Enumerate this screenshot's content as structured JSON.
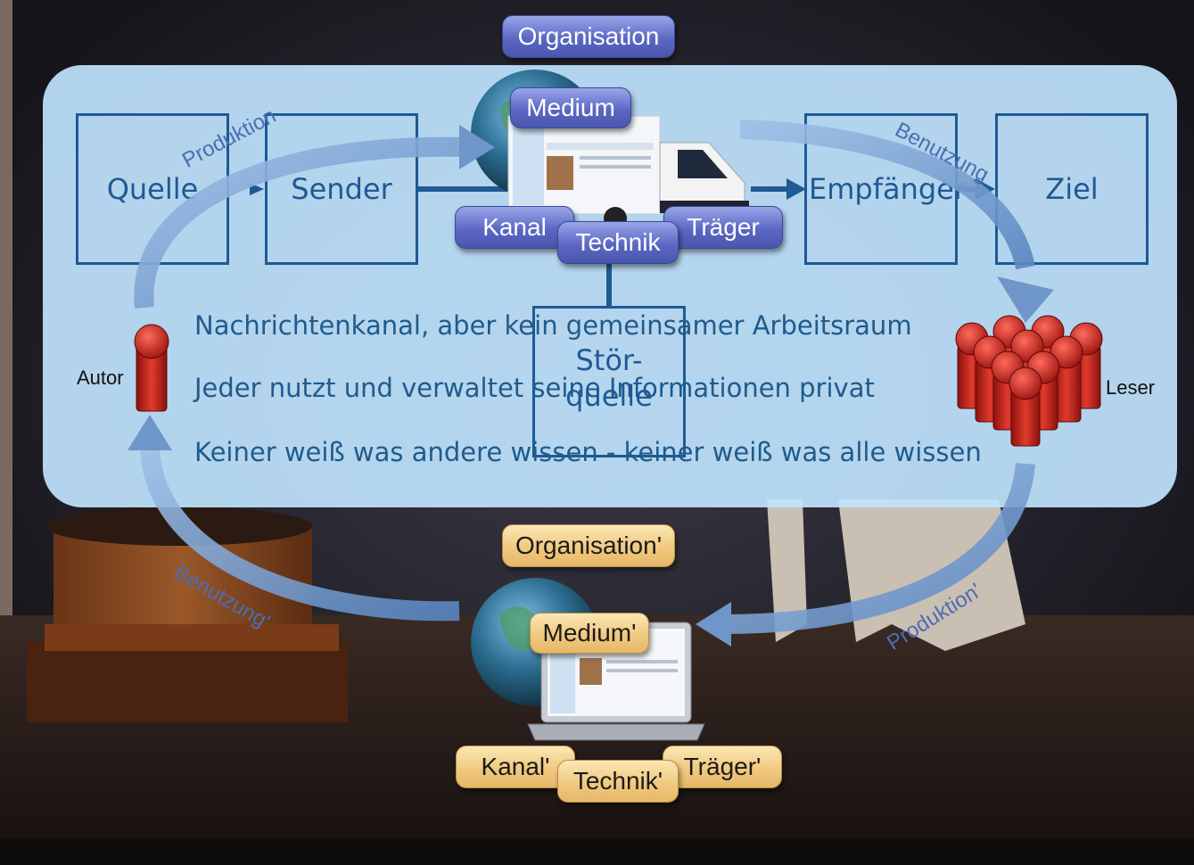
{
  "boxes": {
    "quelle": "Quelle",
    "sender": "Sender",
    "empfaenger": "Empfänger",
    "ziel": "Ziel",
    "stoerquelle": "Stör-\nquelle"
  },
  "top_medium": {
    "organisation": "Organisation",
    "medium": "Medium",
    "kanal": "Kanal",
    "technik": "Technik",
    "traeger": "Träger"
  },
  "bottom_medium": {
    "organisation": "Organisation'",
    "medium": "Medium'",
    "kanal": "Kanal'",
    "technik": "Technik'",
    "traeger": "Träger'"
  },
  "bullets": [
    "Nachrichtenkanal, aber kein gemeinsamer Arbeitsraum",
    "Jeder nutzt und verwaltet seine Informationen privat",
    "Keiner weiß was andere wissen - keiner weiß was alle wissen"
  ],
  "arrow_labels": {
    "produktion": "Produktion",
    "benutzung": "Benutzung",
    "benutzung_prime": "Benutzung'",
    "produktion_prime": "Produktion'"
  },
  "people": {
    "autor": "Autor",
    "leser": "Leser"
  },
  "colors": {
    "panel": "#bee2fc",
    "box_stroke": "#1e5a94",
    "pill_blue": "#5b68c3",
    "pill_gold": "#efc77d",
    "arrow": "#6f96c9",
    "person": "#d0251f"
  },
  "icons": {
    "globe": "globe-icon",
    "truck": "truck-icon",
    "laptop": "laptop-icon",
    "person": "person-icon",
    "group": "people-group-icon"
  }
}
